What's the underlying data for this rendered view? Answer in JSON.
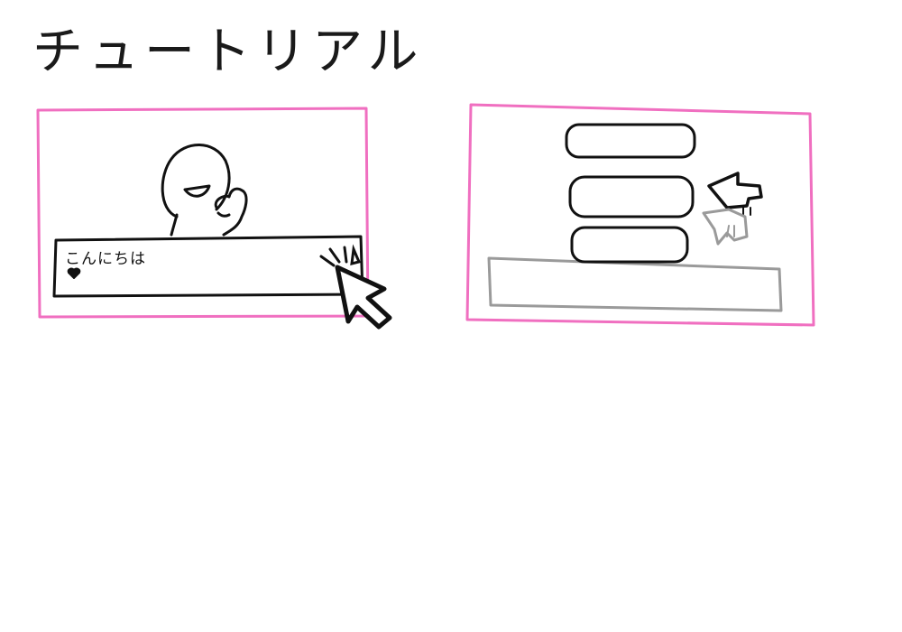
{
  "title": "チュートリアル",
  "panels": [
    {
      "id": "dialogue-scene",
      "dialog_text": "こんにちは"
    },
    {
      "id": "choice-scene",
      "choices_count": 3
    }
  ],
  "colors": {
    "panel_border": "#f06fc0",
    "ink": "#111111",
    "hint_ink": "#9a9a9a"
  },
  "icons": {
    "dialog_advance": "heart-icon",
    "pointer": "mouse-cursor-icon",
    "hand_pointer": "pointing-hand-icon"
  }
}
